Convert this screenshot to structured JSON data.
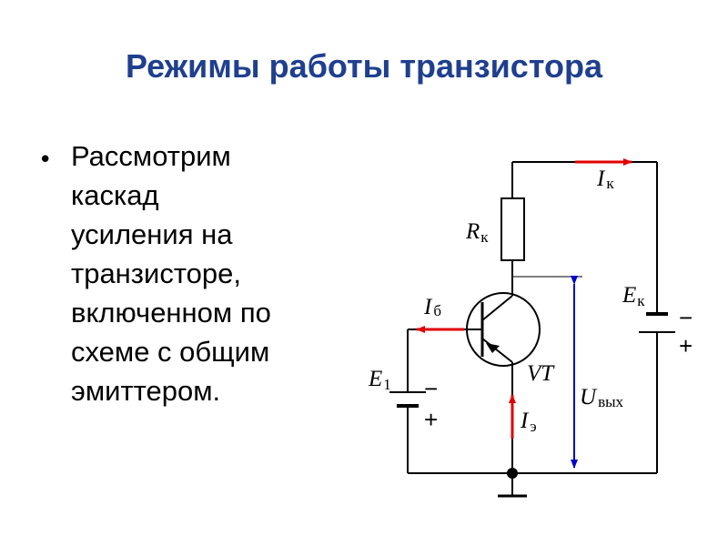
{
  "slide": {
    "title": "Режимы работы транзистора",
    "title_color": "#1f3f8f",
    "bullet_symbol": "•",
    "bullet_text": "Рассмотрим\nкаскад\nусиления на\nтранзисторе,\nвключенном по\nсхеме с общим\nэмиттером."
  },
  "circuit": {
    "labels": {
      "rk": {
        "main": "R",
        "sub": "к"
      },
      "ik": {
        "main": "I",
        "sub": "к"
      },
      "ek": {
        "main": "E",
        "sub": "к"
      },
      "ib": {
        "main": "I",
        "sub": "б"
      },
      "e1": {
        "main": "E",
        "sub": "1"
      },
      "ie": {
        "main": "I",
        "sub": "э"
      },
      "vt": "VT",
      "uout": {
        "main": "U",
        "sub": "вых"
      }
    },
    "signs": {
      "minus": "−",
      "plus": "+"
    },
    "colors": {
      "current_arrow": "#e00000",
      "voltage_arrow": "#0000cc",
      "wire": "#000000"
    }
  }
}
